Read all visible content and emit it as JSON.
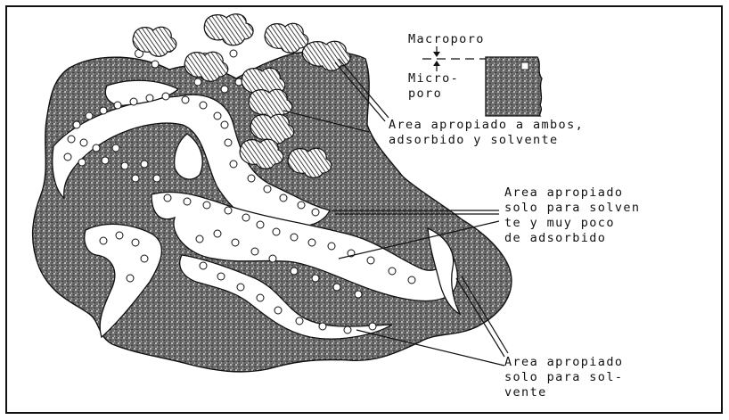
{
  "figure": {
    "inset": {
      "macro_label": "Macroporo",
      "micro_label_line1": "Micro-",
      "micro_label_line2": "poro"
    },
    "callouts": [
      {
        "line1": "Area apropiado a ambos,",
        "line2": "adsorbido y solvente"
      },
      {
        "line1": "Area apropiado",
        "line2": "solo para solven",
        "line3": "te y muy poco",
        "line4": "de adsorbido"
      },
      {
        "line1": "Area apropiado",
        "line2": "solo para sol-",
        "line3": "vente"
      }
    ]
  }
}
